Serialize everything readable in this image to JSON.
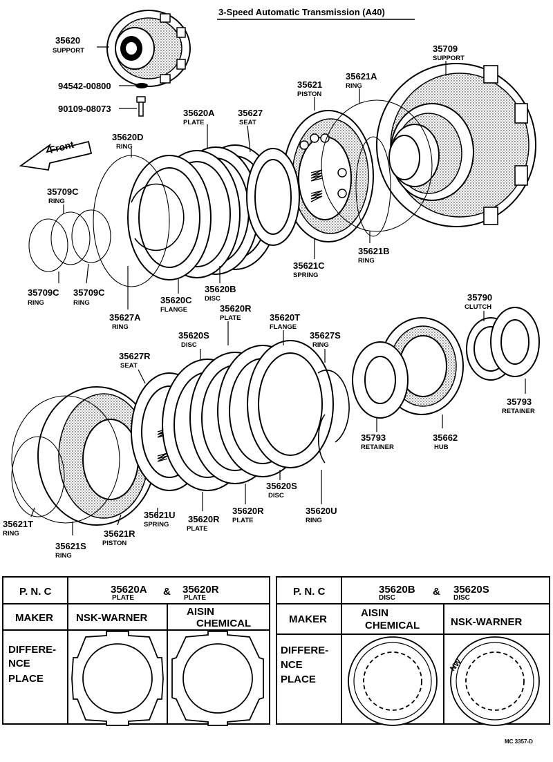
{
  "title": "3-Speed Automatic Transmission (A40)",
  "front_label": "Front",
  "drawing_code": "MC 3357-D",
  "callouts": [
    {
      "id": "c35620",
      "number": "35620",
      "name": "SUPPORT"
    },
    {
      "id": "c94542",
      "number": "94542-00800",
      "name": ""
    },
    {
      "id": "c90109",
      "number": "90109-08073",
      "name": ""
    },
    {
      "id": "c35620A",
      "number": "35620A",
      "name": "PLATE"
    },
    {
      "id": "c35627",
      "number": "35627",
      "name": "SEAT"
    },
    {
      "id": "c35621",
      "number": "35621",
      "name": "PISTON"
    },
    {
      "id": "c35621A",
      "number": "35621A",
      "name": "RING"
    },
    {
      "id": "c35709",
      "number": "35709",
      "name": "SUPPORT"
    },
    {
      "id": "c35620D",
      "number": "35620D",
      "name": "RING"
    },
    {
      "id": "c35709Ca",
      "number": "35709C",
      "name": "RING"
    },
    {
      "id": "c35709Cb",
      "number": "35709C",
      "name": "RING"
    },
    {
      "id": "c35709Cc",
      "number": "35709C",
      "name": "RING"
    },
    {
      "id": "c35627A",
      "number": "35627A",
      "name": "RING"
    },
    {
      "id": "c35620C",
      "number": "35620C",
      "name": "FLANGE"
    },
    {
      "id": "c35620B",
      "number": "35620B",
      "name": "DISC"
    },
    {
      "id": "c35621C",
      "number": "35621C",
      "name": "SPRING"
    },
    {
      "id": "c35621B",
      "number": "35621B",
      "name": "RING"
    },
    {
      "id": "c35620R",
      "number": "35620R",
      "name": "PLATE"
    },
    {
      "id": "c35620T",
      "number": "35620T",
      "name": "FLANGE"
    },
    {
      "id": "c35627S",
      "number": "35627S",
      "name": "RING"
    },
    {
      "id": "c35620S",
      "number": "35620S",
      "name": "DISC"
    },
    {
      "id": "c35627R",
      "number": "35627R",
      "name": "SEAT"
    },
    {
      "id": "c35790",
      "number": "35790",
      "name": "CLUTCH"
    },
    {
      "id": "c35793a",
      "number": "35793",
      "name": "RETAINER"
    },
    {
      "id": "c35793b",
      "number": "35793",
      "name": "RETAINER"
    },
    {
      "id": "c35662",
      "number": "35662",
      "name": "HUB"
    },
    {
      "id": "c35620Sb",
      "number": "35620S",
      "name": "DISC"
    },
    {
      "id": "c35620U",
      "number": "35620U",
      "name": "RING"
    },
    {
      "id": "c35620Rb",
      "number": "35620R",
      "name": "PLATE"
    },
    {
      "id": "c35620Rc",
      "number": "35620R",
      "name": "PLATE"
    },
    {
      "id": "c35621U",
      "number": "35621U",
      "name": "SPRING"
    },
    {
      "id": "c35621R",
      "number": "35621R",
      "name": "PISTON"
    },
    {
      "id": "c35621T",
      "number": "35621T",
      "name": "RING"
    },
    {
      "id": "c35621S",
      "number": "35621S",
      "name": "RING"
    }
  ],
  "table_left": {
    "pnc_label": "P. N. C",
    "maker_label": "MAKER",
    "difference_label": [
      "DIFFERE-",
      "NCE",
      "PLACE"
    ],
    "part_a": {
      "number": "35620A",
      "name": "PLATE"
    },
    "amp": "&",
    "part_b": {
      "number": "35620R",
      "name": "PLATE"
    },
    "maker_a": "NSK-WARNER",
    "maker_b": [
      "AISIN",
      "CHEMICAL"
    ]
  },
  "table_right": {
    "pnc_label": "P. N. C",
    "maker_label": "MAKER",
    "difference_label": [
      "DIFFERE-",
      "NCE",
      "PLACE"
    ],
    "part_a": {
      "number": "35620B",
      "name": "DISC"
    },
    "amp": "&",
    "part_b": {
      "number": "35620S",
      "name": "DISC"
    },
    "maker_a": [
      "AISIN",
      "CHEMICAL"
    ],
    "maker_b": "NSK-WARNER",
    "disc_b_mark": "NW"
  }
}
